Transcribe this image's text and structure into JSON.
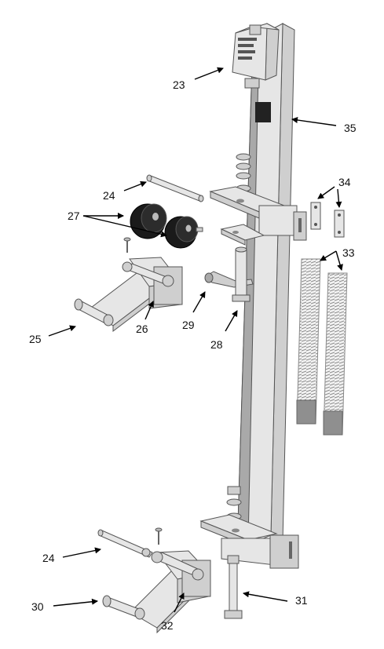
{
  "callouts": {
    "c23": "23",
    "c24a": "24",
    "c24b": "24",
    "c25": "25",
    "c26": "26",
    "c27": "27",
    "c28": "28",
    "c29": "29",
    "c30": "30",
    "c31": "31",
    "c32": "32",
    "c33": "33",
    "c34": "34",
    "c35": "35"
  },
  "colors": {
    "part_light": "#e6e6e6",
    "part_mid": "#cfcfcf",
    "part_dark": "#a9a9a9",
    "weight_black": "#1a1a1a",
    "arrow": "#000000"
  }
}
